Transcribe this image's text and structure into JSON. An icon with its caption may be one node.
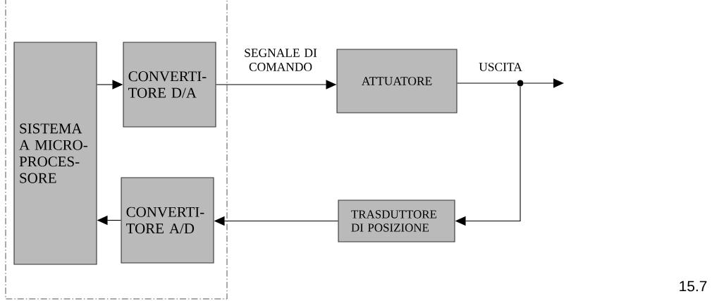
{
  "diagram": {
    "nodes": [
      {
        "text": [
          "SISTEMA A MICRO- PROCES- SORE"
        ]
      },
      {
        "text": [
          "CONVERTI- TORE D/A"
        ]
      },
      {
        "text": [
          "ATTUATORE"
        ]
      },
      {
        "text": [
          "TRASDUTTORE DI POSIZIONE"
        ]
      },
      {
        "text": [
          "CONVERTI- TORE A/D"
        ]
      },
      {
        "text": [],
        "shape": "circle"
      }
    ],
    "edges": [
      {
        "from": 0,
        "to": 1,
        "arrow": "to"
      },
      {
        "from": 1,
        "to": 2,
        "arrow": "to",
        "label": "SEGNALE DI COMANDO"
      },
      {
        "from": 2,
        "to": 5,
        "arrow": "none"
      },
      {
        "from": 5,
        "to": null,
        "arrow": "to",
        "label": "USCITA"
      },
      {
        "from": 5,
        "to": 3,
        "arrow": "to"
      },
      {
        "from": 3,
        "to": 4,
        "arrow": "to"
      },
      {
        "from": 4,
        "to": 0,
        "arrow": "to"
      }
    ],
    "labels": [
      "15.7"
    ]
  }
}
